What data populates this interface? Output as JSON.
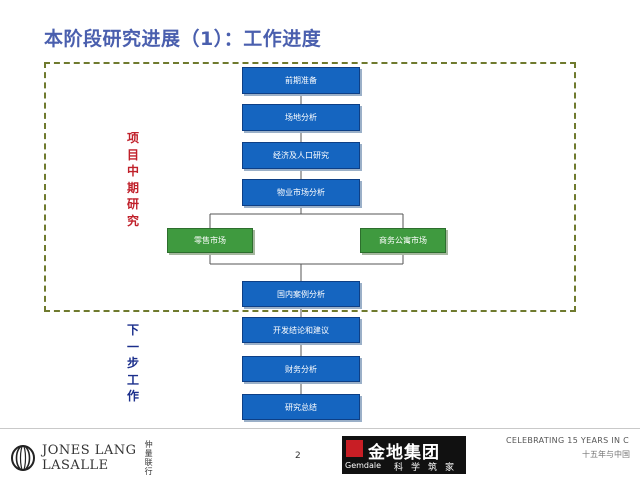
{
  "title": "本阶段研究进展（1）：工作进度",
  "side_labels": {
    "current_phase": "项目中期研究",
    "next_step": "下一步工作"
  },
  "flow": {
    "steps_top": [
      "前期准备",
      "场地分析",
      "经济及人口研究",
      "物业市场分析"
    ],
    "branch_left": "零售市场",
    "branch_right": "商务公寓市场",
    "steps_bottom": [
      "国内案例分析",
      "开发结论和建议",
      "财务分析",
      "研究总结"
    ]
  },
  "footer": {
    "page_number": "2",
    "jll_logo_line1": "JONES LANG",
    "jll_logo_line2": "LASALLE",
    "jll_logo_cn": "仲量联行",
    "jindi_logo_cn": "金地集团",
    "jindi_logo_en": "Gemdale",
    "jindi_logo_sub": "科学筑家",
    "celebrate_text": "CELEBRATING 15 YEARS IN C",
    "celebrate_cn": "十五年与中国"
  },
  "colors": {
    "title": "#4a5fae",
    "box_blue": "#1565c0",
    "box_green": "#3f9a3f",
    "label_red": "#c0202a",
    "label_blue": "#1b2f8c",
    "dashed_frame": "#6f7a2e"
  }
}
